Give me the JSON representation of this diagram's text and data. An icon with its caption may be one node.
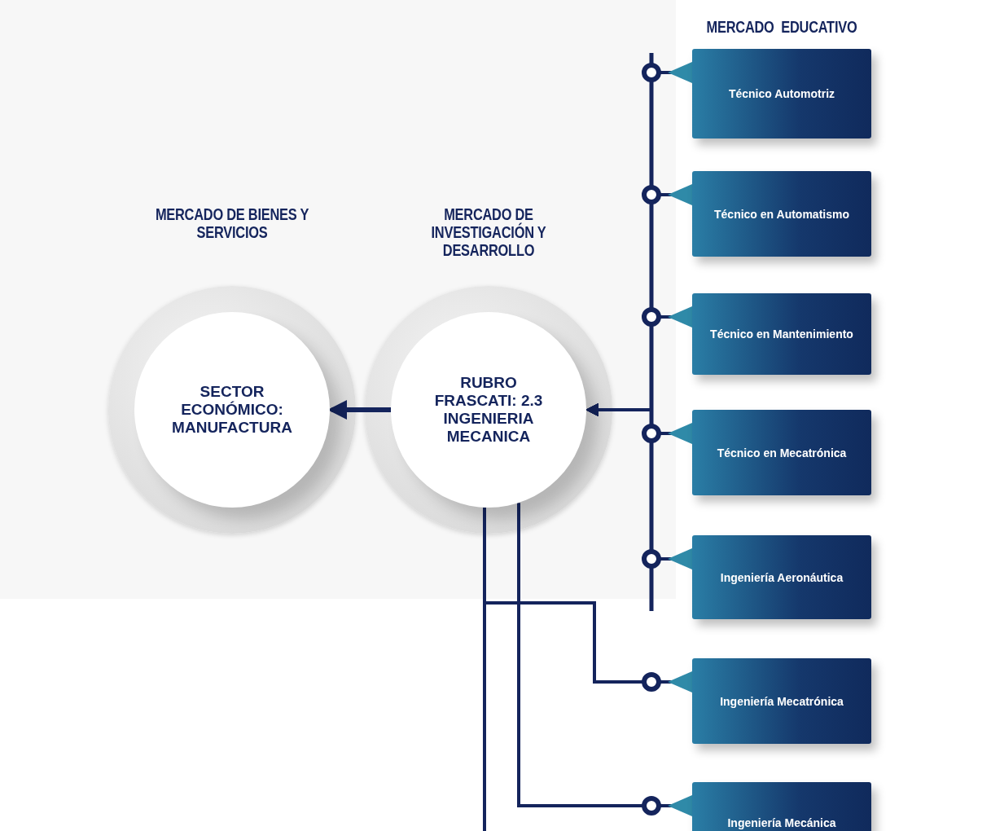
{
  "diagram": {
    "nodes": [
      {
        "text": [
          "MERCADO DE BIENES Y SERVICIOS",
          "SECTOR ECONÓMICO: MANUFACTURA"
        ]
      },
      {
        "text": [
          "MERCADO DE INVESTIGACIÓN Y DESARROLLO",
          "RUBRO FRASCATI: 2.3 INGENIERIA MECANICA"
        ]
      },
      {
        "text": [
          "Técnico Automotriz"
        ]
      },
      {
        "text": [
          "Técnico en Automatismo"
        ]
      },
      {
        "text": [
          "Técnico en Mantenimiento"
        ]
      },
      {
        "text": [
          "Técnico en Mecatrónica"
        ]
      },
      {
        "text": [
          "Ingeniería Aeronáutica"
        ]
      },
      {
        "text": [
          "Ingeniería Mecatrónica"
        ]
      },
      {
        "text": [
          "Ingeniería Mecánica"
        ]
      }
    ],
    "edges": [
      {
        "from": 2,
        "to": 1,
        "arrow": "to"
      },
      {
        "from": 3,
        "to": 1,
        "arrow": "to"
      },
      {
        "from": 4,
        "to": 1,
        "arrow": "to"
      },
      {
        "from": 5,
        "to": 1,
        "arrow": "to"
      },
      {
        "from": 6,
        "to": 1,
        "arrow": "to"
      },
      {
        "from": 1,
        "to": 0,
        "arrow": "to"
      },
      {
        "from": 1,
        "to": 7,
        "arrow": "none"
      },
      {
        "from": 1,
        "to": 8,
        "arrow": "none"
      },
      {
        "from": 1,
        "to": null,
        "arrow": "none"
      }
    ],
    "labels": [
      "MERCADO  EDUCATIVO"
    ]
  }
}
